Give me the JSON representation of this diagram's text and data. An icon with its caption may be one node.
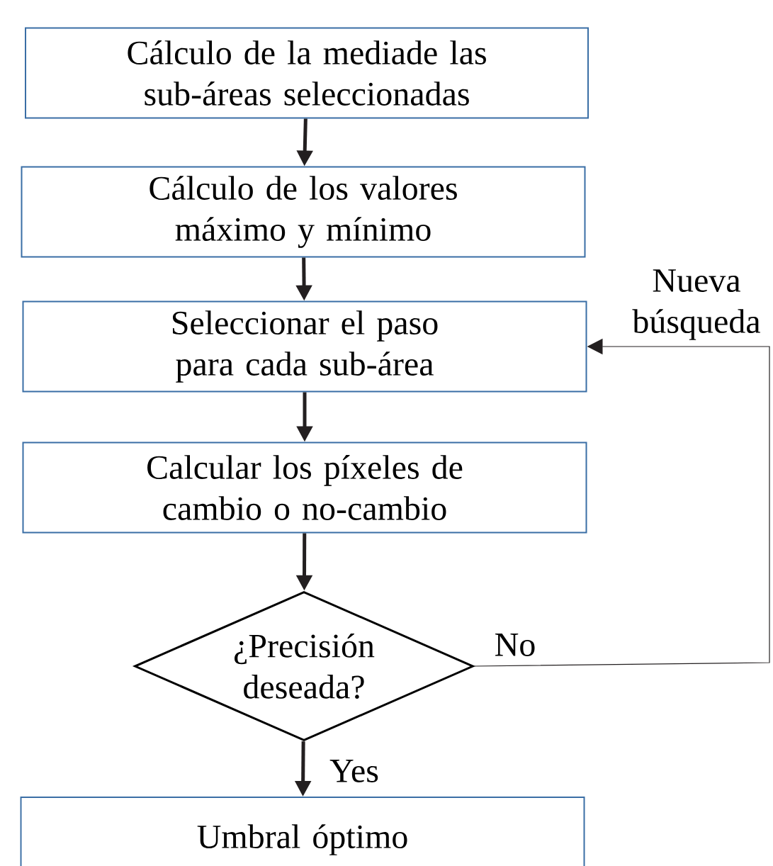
{
  "diagram": {
    "nodes": [
      {
        "text": [
          "Cálculo de la mediade las sub-áreas seleccionadas"
        ]
      },
      {
        "text": [
          "Cálculo de los valores máximo y mínimo"
        ]
      },
      {
        "text": [
          "Seleccionar el paso para cada sub-área"
        ]
      },
      {
        "text": [
          "Calcular los píxeles de cambio o no-cambio"
        ]
      },
      {
        "text": [
          "¿Precisión deseada?"
        ]
      },
      {
        "text": [
          "Umbral óptimo"
        ]
      }
    ],
    "edges": [
      {
        "from": 0,
        "to": 1,
        "arrow": "to"
      },
      {
        "from": 1,
        "to": 2,
        "arrow": "to"
      },
      {
        "from": 2,
        "to": 3,
        "arrow": "to"
      },
      {
        "from": 3,
        "to": 4,
        "arrow": "to"
      },
      {
        "from": 4,
        "to": 5,
        "arrow": "to",
        "label": "Yes"
      },
      {
        "from": 4,
        "to": 2,
        "arrow": "to",
        "label": "No"
      }
    ],
    "labels": [
      "Nueva búsqueda"
    ]
  }
}
